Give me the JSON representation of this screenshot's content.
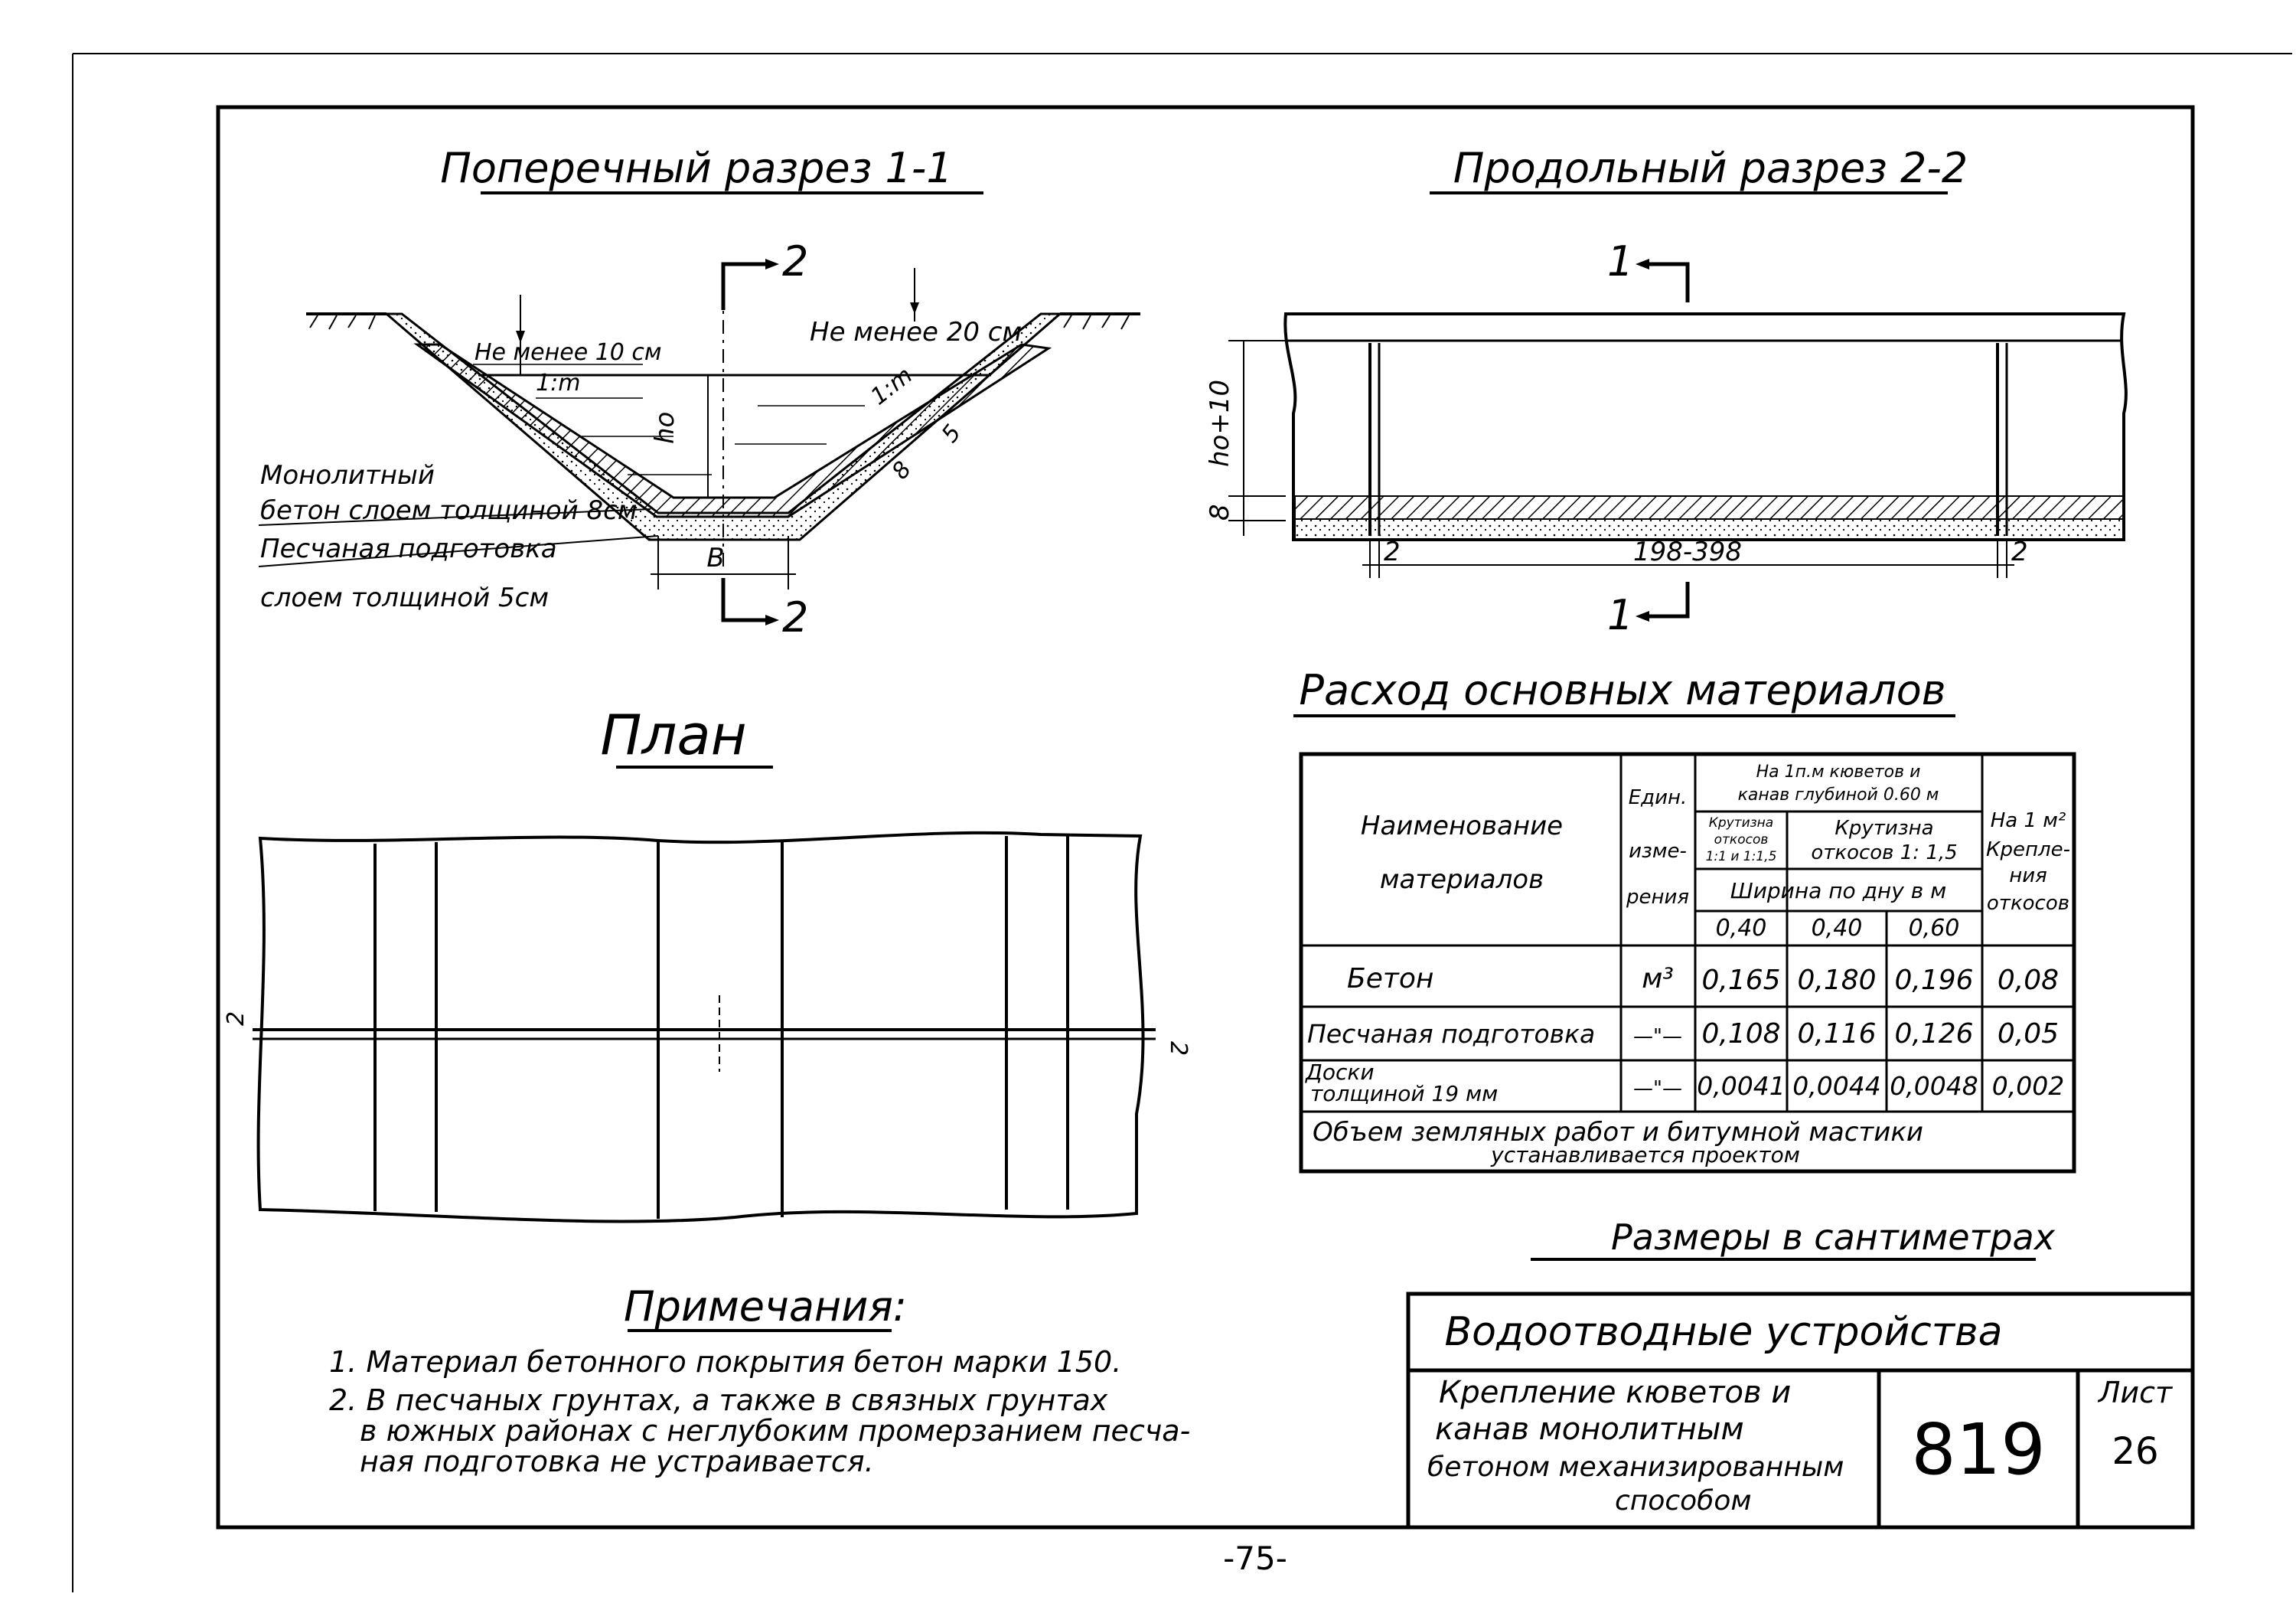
{
  "titles": {
    "cross_section": "Поперечный разрез 1-1",
    "long_section": "Продольный разрез 2-2",
    "plan": "План",
    "materials": "Расход основных материалов",
    "dimensions": "Размеры в сантиметрах",
    "notes": "Примечания:"
  },
  "cross_section": {
    "cut_marker": "2",
    "label_min10": "Не менее 10 см",
    "label_min20": "Не менее 20 см",
    "slope_left": "1:m",
    "slope_right": "1:m",
    "depth": "hо",
    "bottom_width": "B",
    "dim_8": "8",
    "dim_5": "5",
    "concrete_l1": "Монолитный",
    "concrete_l2": "бетон слоем толщиной 8см",
    "sand_l1": "Песчаная подготовка",
    "sand_l2": "слоем толщиной 5см"
  },
  "long_section": {
    "cut_marker": "1",
    "height": "hо+10",
    "thickness": "8",
    "gap_left": "2",
    "length": "198-398",
    "gap_right": "2"
  },
  "plan": {
    "axis_left": "2",
    "axis_right": "2"
  },
  "table": {
    "h_name_l1": "Наименование",
    "h_name_l2": "материалов",
    "h_unit_l1": "Един.",
    "h_unit_l2": "изме-",
    "h_unit_l3": "рения",
    "h_group_l1": "На 1п.м кюветов и",
    "h_group_l2": "канав глубиной 0.60 м",
    "h_slope1_l1": "Крутизна",
    "h_slope1_l2": "откосов",
    "h_slope1_l3": "1:1 и 1:1,5",
    "h_slope2_l1": "Крутизна",
    "h_slope2_l2": "откосов 1: 1,5",
    "h_width": "Ширина по дну в м",
    "h_per_l1": "На 1 м²",
    "h_per_l2": "Крепле-",
    "h_per_l3": "ния",
    "h_per_l4": "откосов",
    "widths": [
      "0,40",
      "0,40",
      "0,60"
    ],
    "rows": [
      {
        "name": "Бетон",
        "unit": "м³",
        "values": [
          "0,165",
          "0,180",
          "0,196",
          "0,08"
        ]
      },
      {
        "name": "Песчаная подготовка",
        "unit": "—\"—",
        "values": [
          "0,108",
          "0,116",
          "0,126",
          "0,05"
        ]
      },
      {
        "name_l1": "Доски",
        "name_l2": "толщиной 19 мм",
        "unit": "—\"—",
        "values": [
          "0,0041",
          "0,0044",
          "0,0048",
          "0,002"
        ]
      }
    ],
    "footer_l1": "Объем земляных работ и битумной мастики",
    "footer_l2": "устанавливается проектом"
  },
  "notes": {
    "n1": "1. Материал бетонного покрытия бетон марки 150.",
    "n2_l1": "2. В песчаных грунтах, а также в связных грунтах",
    "n2_l2": "в южных районах с неглубоким промерзанием песча-",
    "n2_l3": "ная подготовка не устраивается."
  },
  "title_block": {
    "section": "Водоотводные устройства",
    "desc_l1": "Крепление кюветов и",
    "desc_l2": "канав монолитным",
    "desc_l3": "бетоном механизированным",
    "desc_l4": "способом",
    "number": "819",
    "sheet_label": "Лист",
    "sheet_no": "26"
  },
  "page_number": "-75-"
}
